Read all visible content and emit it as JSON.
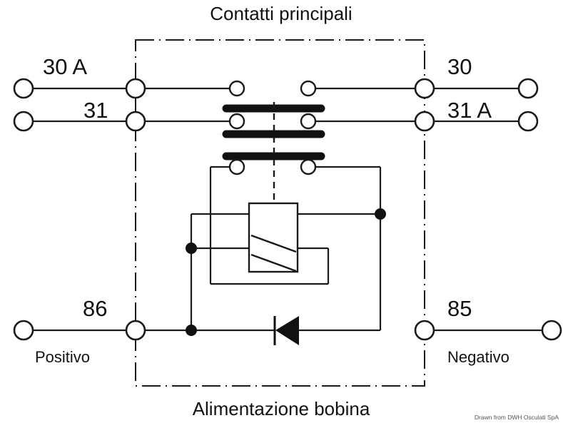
{
  "diagram": {
    "title_top": "Contatti principali",
    "title_bottom": "Alimentazione bobina",
    "credit": "Drawn from DWH Osculati SpA",
    "colors": {
      "line": "#1a1a1a",
      "bar": "#111111",
      "background": "#ffffff",
      "credit_text": "#555555"
    },
    "terminals": [
      {
        "id": "t30a",
        "number": "30 A",
        "side": "left",
        "row": "upper",
        "pole": ""
      },
      {
        "id": "t31",
        "number": "31",
        "side": "left",
        "row": "lower",
        "pole": ""
      },
      {
        "id": "t30",
        "number": "30",
        "side": "right",
        "row": "upper",
        "pole": ""
      },
      {
        "id": "t31a",
        "number": "31 A",
        "side": "right",
        "row": "lower",
        "pole": ""
      },
      {
        "id": "t86",
        "number": "86",
        "side": "left",
        "row": "coil",
        "pole": "Positivo"
      },
      {
        "id": "t85",
        "number": "85",
        "side": "right",
        "row": "coil",
        "pole": "Negativo"
      }
    ],
    "labels": {
      "t30a": "30 A",
      "t31": "31",
      "t30": "30",
      "t31a": "31 A",
      "t86": "86",
      "t85": "85",
      "positivo": "Positivo",
      "negativo": "Negativo"
    },
    "components": {
      "coil": "relay-coil",
      "diode": "flyback-diode",
      "contact_bars": 3,
      "armature": "dashed-armature-link"
    }
  }
}
